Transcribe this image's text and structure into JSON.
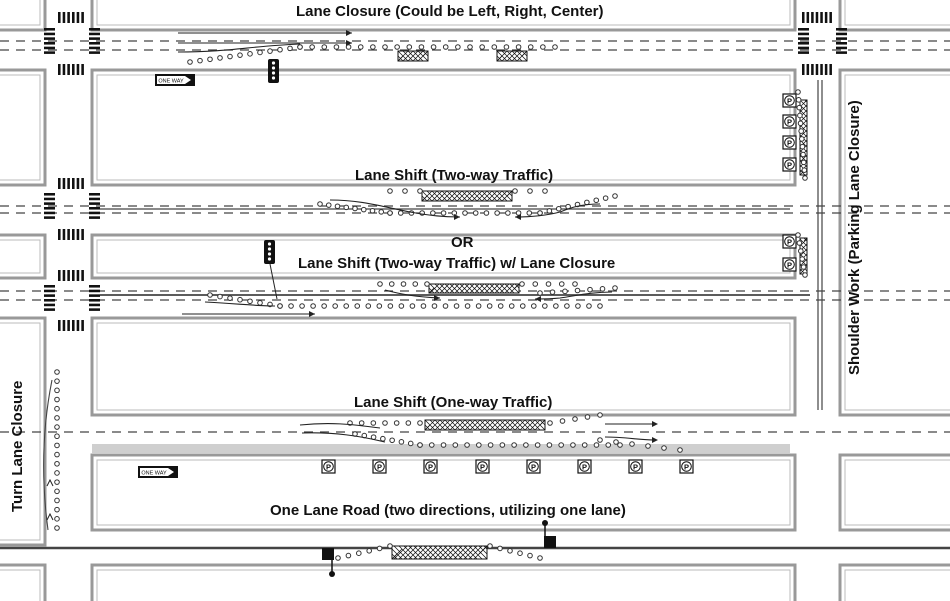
{
  "labels": {
    "lane_closure": "Lane Closure (Could be Left, Right, Center)",
    "lane_shift_two_way": "Lane Shift (Two-way Traffic)",
    "or": "OR",
    "lane_shift_two_way_closure": "Lane Shift (Two-way Traffic) w/ Lane Closure",
    "lane_shift_one_way": "Lane Shift (One-way Traffic)",
    "one_lane_road": "One Lane Road (two directions, utilizing one lane)",
    "shoulder_work": "Shoulder Work (Parking Lane Closure)",
    "turn_lane_closure": "Turn Lane Closure"
  },
  "signs": {
    "one_way": "ONE WAY",
    "no_parking": "P"
  }
}
